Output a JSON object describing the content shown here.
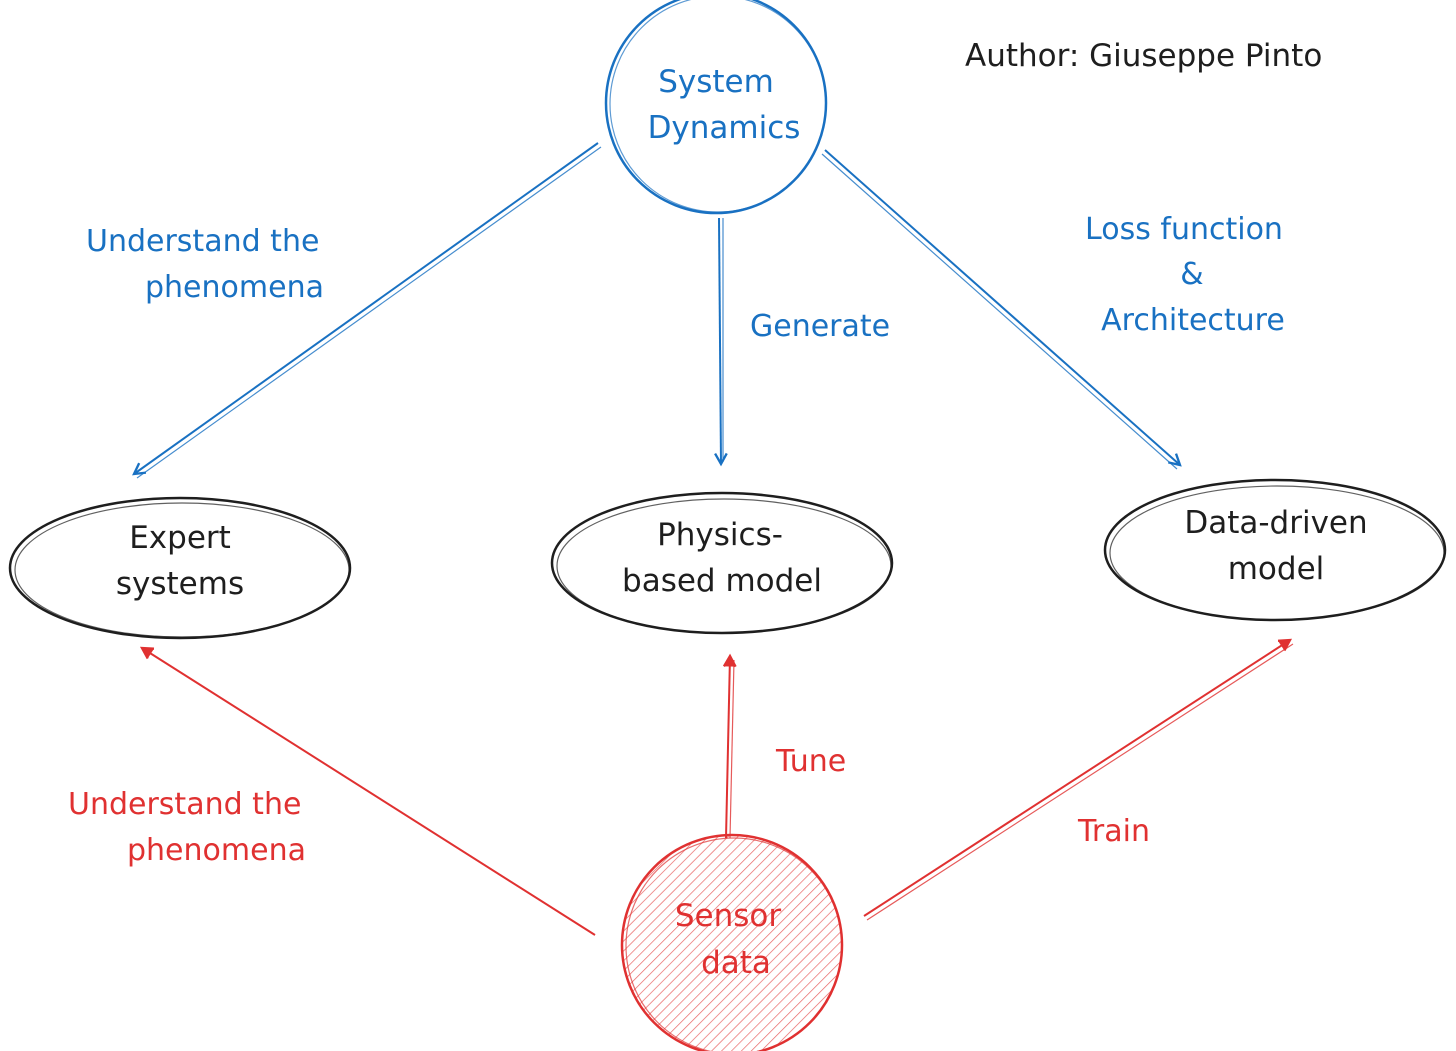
{
  "author": "Author: Giuseppe Pinto",
  "colors": {
    "blue": "#1971c2",
    "red": "#e03131",
    "black": "#1e1e1e"
  },
  "nodes": {
    "system_dynamics": {
      "line1": "System",
      "line2": "Dynamics"
    },
    "expert_systems": {
      "line1": "Expert",
      "line2": "systems"
    },
    "physics_model": {
      "line1": "Physics-",
      "line2": "based model"
    },
    "data_driven": {
      "line1": "Data-driven",
      "line2": "model"
    },
    "sensor_data": {
      "line1": "Sensor",
      "line2": "data"
    }
  },
  "edges": {
    "sd_to_expert": {
      "line1": "Understand the",
      "line2": "phenomena"
    },
    "sd_to_physics": {
      "line1": "Generate"
    },
    "sd_to_data": {
      "line1": "Loss function",
      "line2": "&",
      "line3": "Architecture"
    },
    "sensor_to_expert": {
      "line1": "Understand the",
      "line2": "phenomena"
    },
    "sensor_to_physics": {
      "line1": "Tune"
    },
    "sensor_to_data": {
      "line1": "Train"
    }
  }
}
